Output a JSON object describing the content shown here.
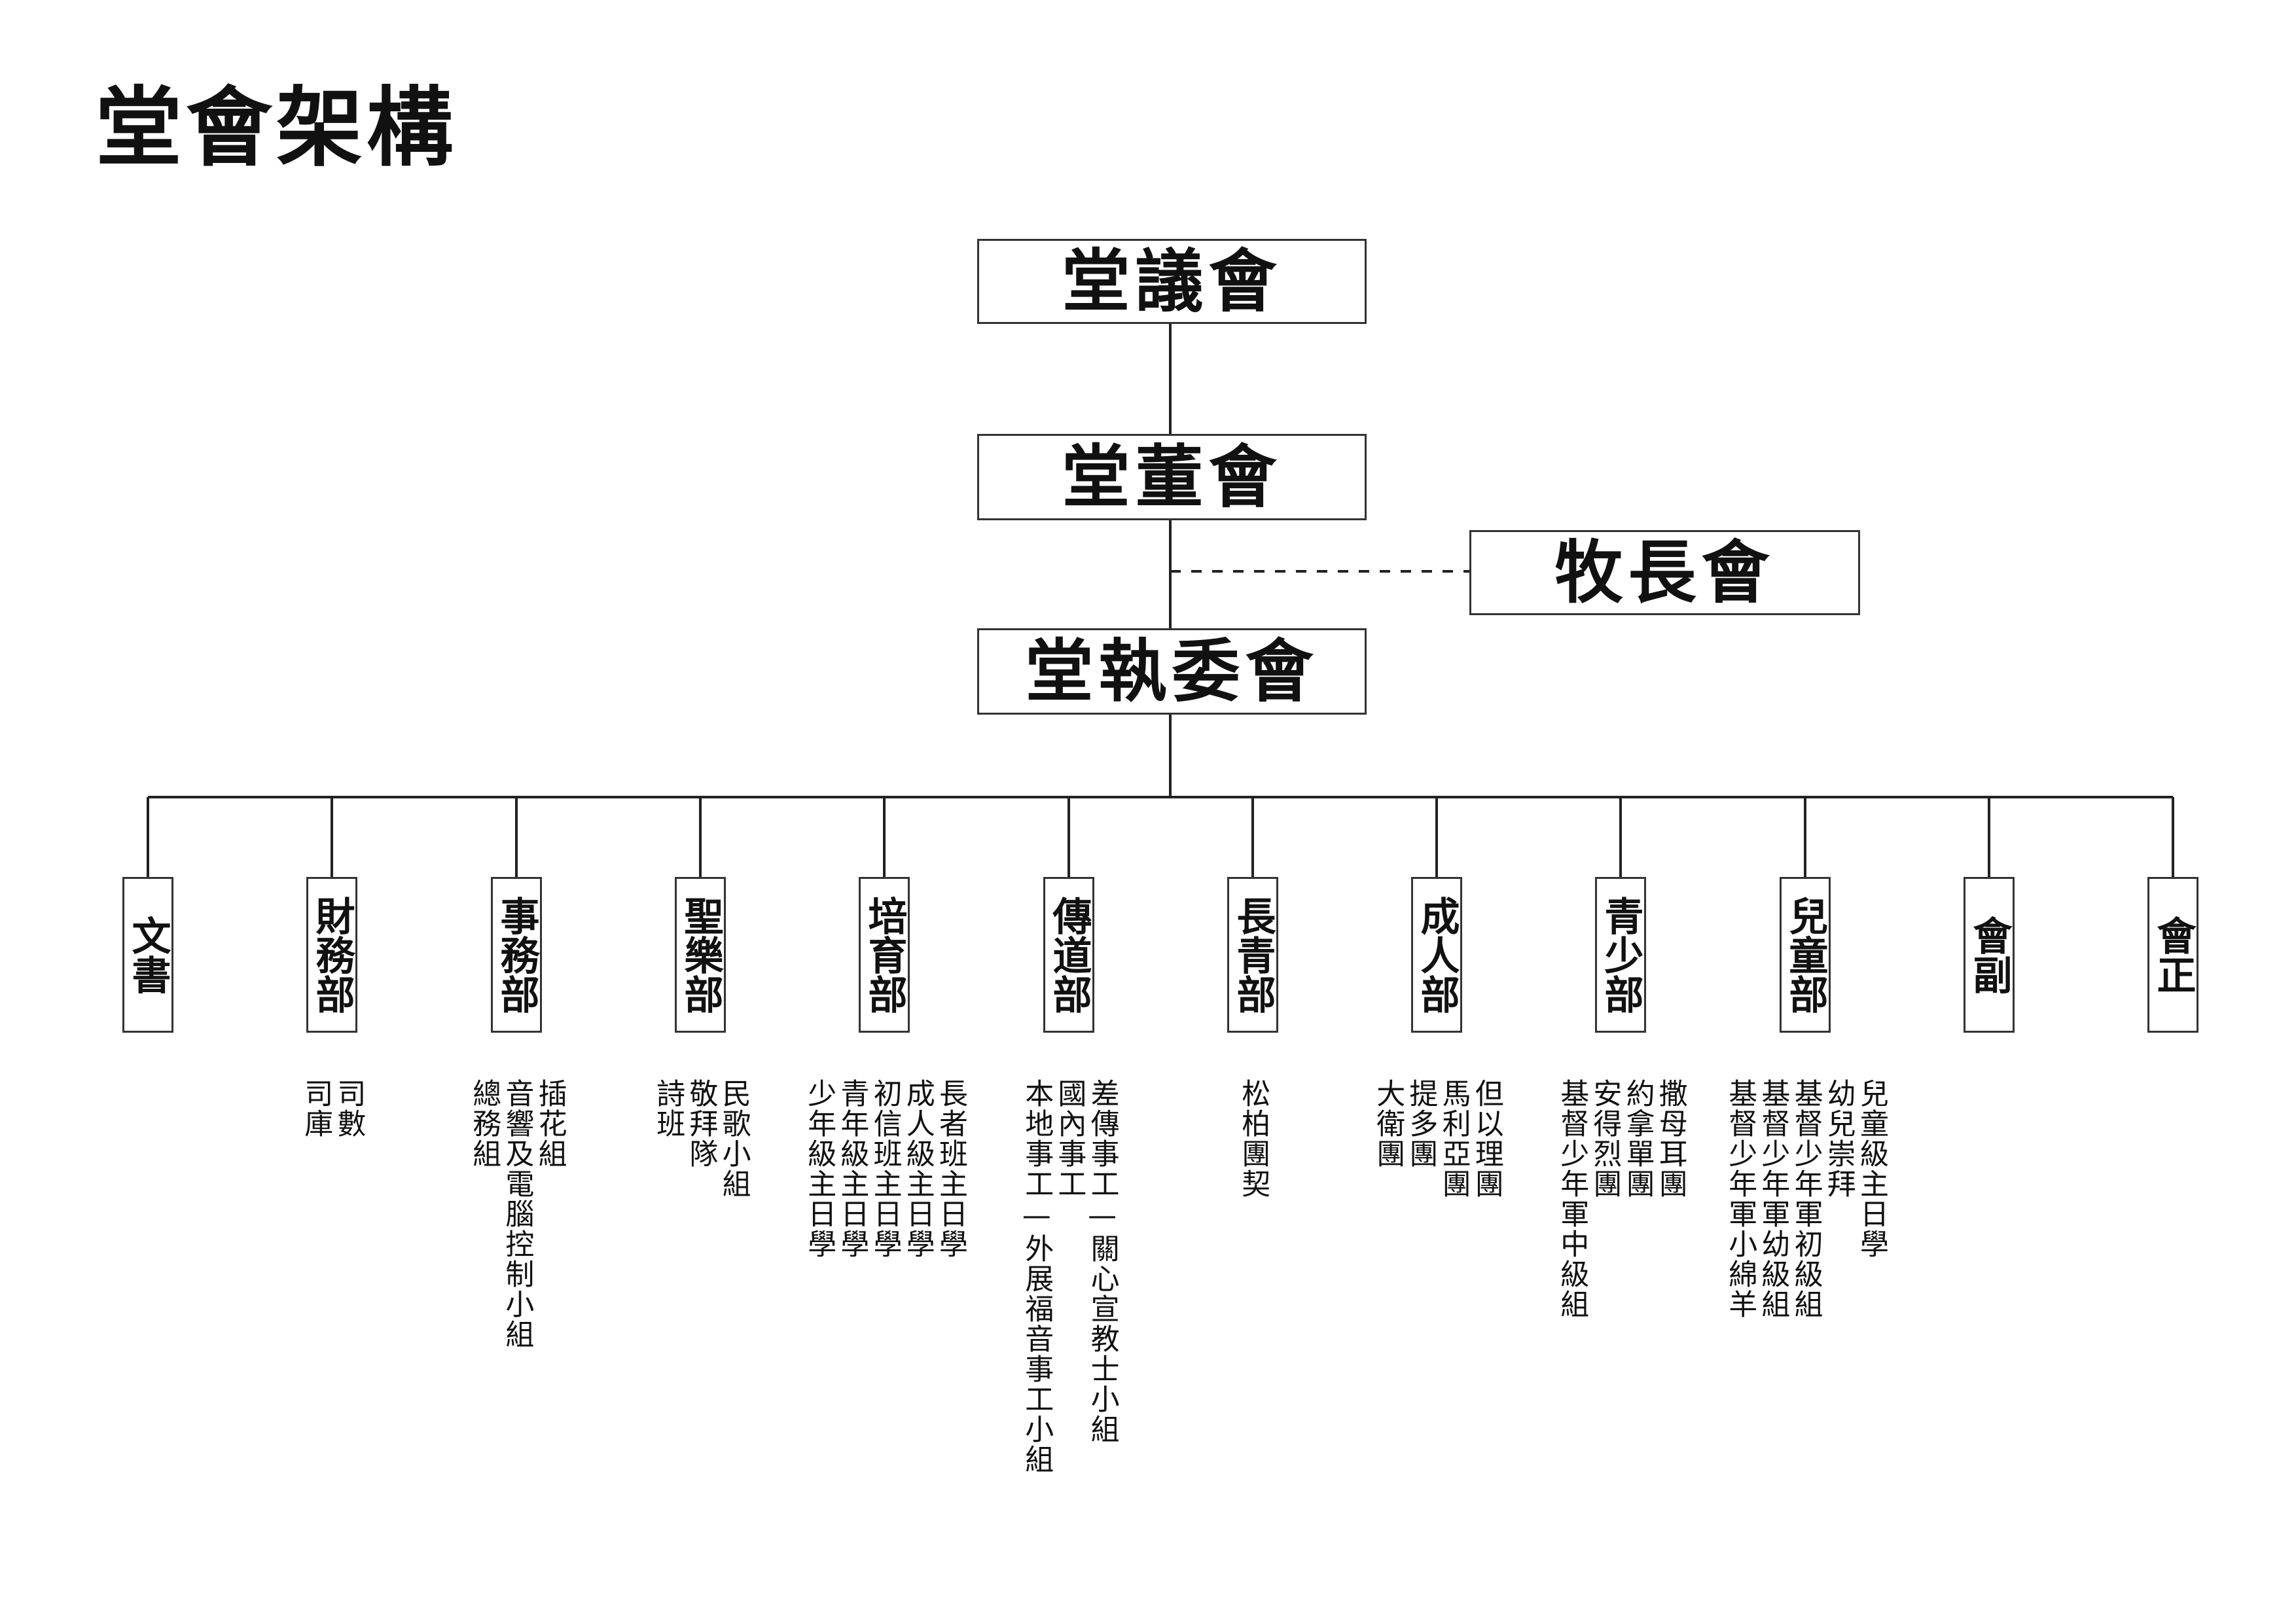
{
  "title": "堂會架構",
  "top": {
    "council": "堂議會",
    "board": "堂董會",
    "pastoral": "牧長會",
    "executive": "堂執委會"
  },
  "departments": [
    {
      "label": "文書",
      "groups": []
    },
    {
      "label": "財務部",
      "groups": [
        "司數",
        "司庫"
      ]
    },
    {
      "label": "事務部",
      "groups": [
        "插花組",
        "音響及電腦控制小組",
        "總務組"
      ]
    },
    {
      "label": "聖樂部",
      "groups": [
        "民歌小組",
        "敬拜隊",
        "詩班"
      ]
    },
    {
      "label": "培育部",
      "groups": [
        "長者班主日學",
        "成人級主日學",
        "初信班主日學",
        "青年級主日學",
        "少年級主日學"
      ]
    },
    {
      "label": "傳道部",
      "groups": [
        "差傳事工—關心宣教士小組",
        "國內事工",
        "本地事工—外展福音事工小組"
      ]
    },
    {
      "label": "長青部",
      "groups": [
        "松柏團契"
      ]
    },
    {
      "label": "成人部",
      "groups": [
        "但以理團",
        "馬利亞團",
        "提多團",
        "大衛團"
      ]
    },
    {
      "label": "青少部",
      "groups": [
        "撒母耳團",
        "約拿單團",
        "安得烈團",
        "基督少年軍中級組"
      ]
    },
    {
      "label": "兒童部",
      "groups": [
        "兒童級主日學",
        "幼兒崇拜",
        "基督少年軍初級組",
        "基督少年軍幼級組",
        "基督少年軍小綿羊"
      ]
    },
    {
      "label": "會副",
      "groups": []
    },
    {
      "label": "會正",
      "groups": []
    }
  ]
}
